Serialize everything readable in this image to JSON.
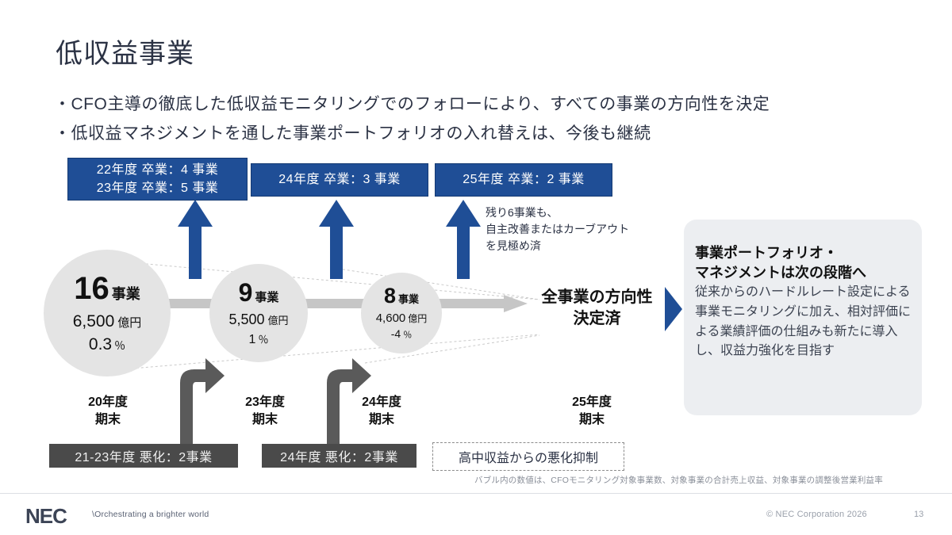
{
  "slide": {
    "title": "低収益事業",
    "bullets": [
      "・CFO主導の徹底した低収益モニタリングでのフォローにより、すべての事業の方向性を決定",
      "・低収益マネジメントを通した事業ポートフォリオの入れ替えは、今後も継続"
    ]
  },
  "graduation_boxes": [
    {
      "line1": "22年度 卒業：4 事業",
      "line2": "23年度 卒業：5 事業"
    },
    {
      "line1": "24年度 卒業：3 事業",
      "line2": ""
    },
    {
      "line1": "25年度 卒業：2 事業",
      "line2": ""
    }
  ],
  "bubbles": [
    {
      "count": "16",
      "count_unit": "事業",
      "revenue": "6,500",
      "revenue_unit": "億円",
      "margin": "0.3",
      "margin_unit": "％"
    },
    {
      "count": "9",
      "count_unit": "事業",
      "revenue": "5,500",
      "revenue_unit": "億円",
      "margin": "1",
      "margin_unit": "％"
    },
    {
      "count": "8",
      "count_unit": "事業",
      "revenue": "4,600",
      "revenue_unit": "億円",
      "margin": "-4",
      "margin_unit": "％"
    }
  ],
  "year_labels": [
    "20年度\n期末",
    "23年度\n期末",
    "24年度\n期末",
    "25年度\n期末"
  ],
  "remaining_note": "残り6事業も、\n自主改善またはカーブアウト\nを見極め済",
  "all_decided": "全事業の方向性\n決定済",
  "right_panel": {
    "title": "事業ポートフォリオ・\nマネジメントは次の段階へ",
    "body": "従来からのハードルレート設定による事業モニタリングに加え、相対評価による業績評価の仕組みも新たに導入し、収益力強化を目指す"
  },
  "worse_boxes": [
    "21-23年度 悪化：2事業",
    "24年度 悪化：2事業"
  ],
  "dashed_note": "高中収益からの悪化抑制",
  "footnote": "バブル内の数値は、CFOモニタリング対象事業数、対象事業の合計売上収益、対象事業の調整後営業利益率",
  "footer": {
    "logo": "NEC",
    "tagline": "\\Orchestrating a brighter world",
    "copyright": "© NEC Corporation 2026",
    "page_number": "13"
  },
  "colors": {
    "brand_blue": "#1f4e96",
    "dark_gray": "#4a4a4a",
    "bubble_gray": "#e4e4e4",
    "panel_gray": "#eceef1",
    "text": "#2b3244"
  },
  "chart_data": {
    "type": "bar",
    "title": "低収益事業の推移",
    "categories": [
      "20年度期末",
      "23年度期末",
      "24年度期末",
      "25年度期末"
    ],
    "series": [
      {
        "name": "対象事業数",
        "values": [
          16,
          9,
          8,
          null
        ]
      },
      {
        "name": "合計売上収益(億円)",
        "values": [
          6500,
          5500,
          4600,
          null
        ]
      },
      {
        "name": "調整後営業利益率(%)",
        "values": [
          0.3,
          1,
          -4,
          null
        ]
      }
    ],
    "annotations": [
      "22年度 卒業：4 事業",
      "23年度 卒業：5 事業",
      "24年度 卒業：3 事業",
      "25年度 卒業：2 事業",
      "21-23年度 悪化：2事業",
      "24年度 悪化：2事業"
    ],
    "xlabel": "",
    "ylabel": "",
    "legend": "none",
    "grid": false
  }
}
